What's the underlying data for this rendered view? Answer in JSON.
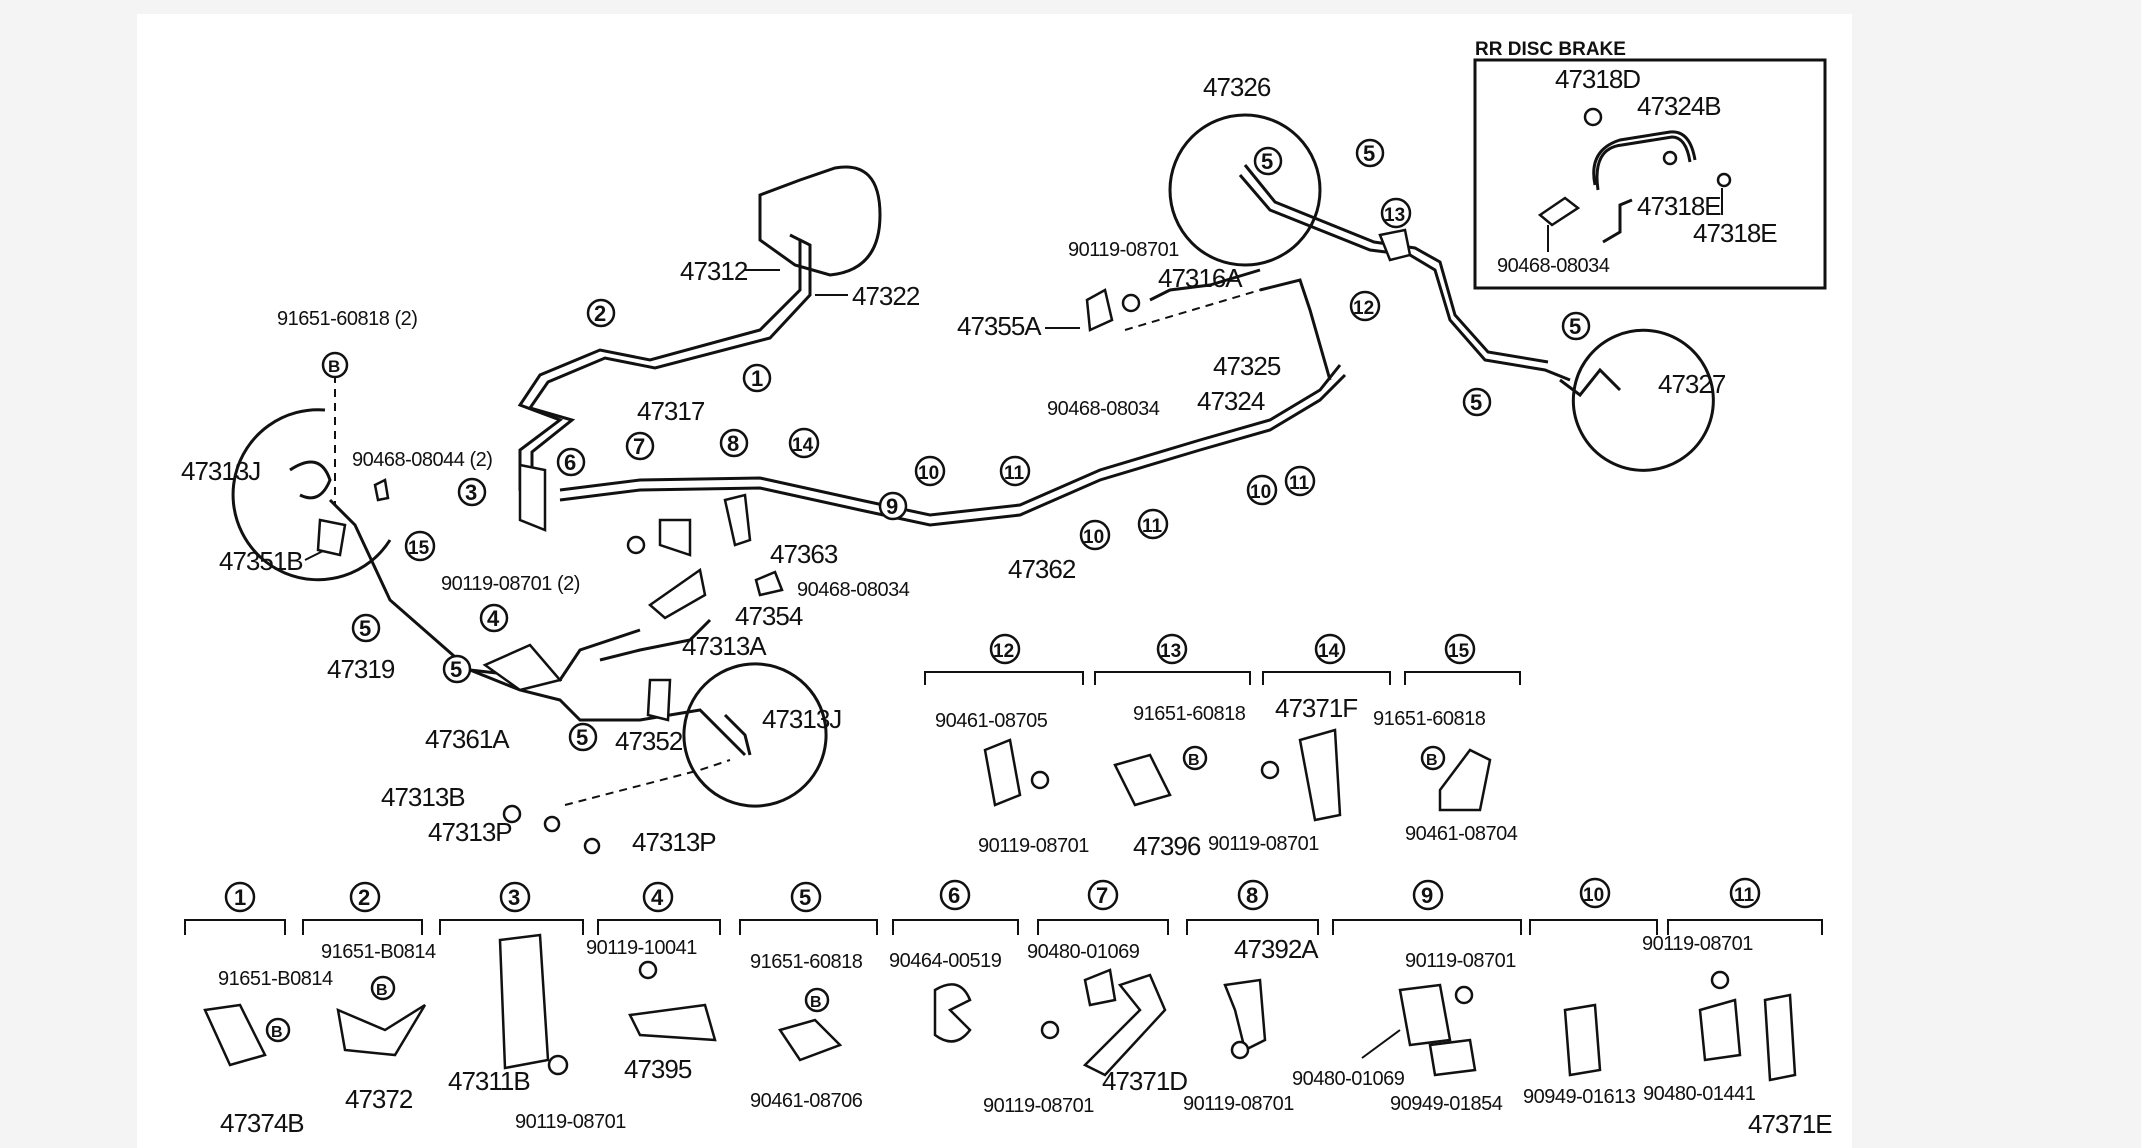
{
  "inset": {
    "title": "RR DISC BRAKE"
  },
  "labels": {
    "p47326": "47326",
    "p47318D": "47318D",
    "p47324B": "47324B",
    "p47318E_a": "47318E",
    "p47318E_b": "47318E",
    "p90468_inset": "90468-08034",
    "p47312": "47312",
    "p47322": "47322",
    "p90119_top": "90119-08701",
    "p47316A": "47316A",
    "p47355A": "47355A",
    "p90468_mid": "90468-08034",
    "p47325": "47325",
    "p47324": "47324",
    "p47327": "47327",
    "p91651_left": "91651-60818  (2)",
    "p47313J_left": "47313J",
    "p90468_08044": "90468-08044  (2)",
    "p47351B": "47351B",
    "p47317": "47317",
    "p47363": "47363",
    "p90468_right": "90468-08034",
    "p90119_2": "90119-08701  (2)",
    "p47354": "47354",
    "p47362": "47362",
    "p47319": "47319",
    "p47313A": "47313A",
    "p47313J_right": "47313J",
    "p47361A": "47361A",
    "p47352": "47352",
    "p47313B": "47313B",
    "p47313P_a": "47313P",
    "p47313P_b": "47313P",
    "d12_a": "90461-08705",
    "d12_b": "90119-08701",
    "d13_a": "91651-60818",
    "d13_b": "47396",
    "d14_a": "47371F",
    "d14_b": "90119-08701",
    "d15_a": "91651-60818",
    "d15_b": "90461-08704",
    "d1_a": "91651-B0814",
    "d1_b": "47374B",
    "d2_a": "91651-B0814",
    "d2_b": "47372",
    "d3_a": "47311B",
    "d3_b": "90119-08701",
    "d4_a": "90119-10041",
    "d4_b": "47395",
    "d5_a": "91651-60818",
    "d5_b": "90461-08706",
    "d6_a": "90464-00519",
    "d7_a": "90480-01069",
    "d7_b": "90119-08701",
    "d7_c": "47371D",
    "d8_a": "47392A",
    "d8_b": "90119-08701",
    "d9_a": "90119-08701",
    "d9_b": "90480-01069",
    "d9_c": "90949-01854",
    "d10_a": "90949-01613",
    "d11_a": "90119-08701",
    "d11_b": "90480-01441",
    "d11_c": "47371E"
  },
  "callouts": {
    "n1": "1",
    "n2": "2",
    "n3": "3",
    "n4": "4",
    "n5": "5",
    "n6": "6",
    "n7": "7",
    "n8": "8",
    "n9": "9",
    "n10": "10",
    "n11": "11",
    "n12": "12",
    "n13": "13",
    "n14": "14",
    "n15": "15",
    "b": "B"
  },
  "colors": {
    "ink": "#111111",
    "paper": "#ffffff",
    "margin": "#f4f4f4"
  }
}
